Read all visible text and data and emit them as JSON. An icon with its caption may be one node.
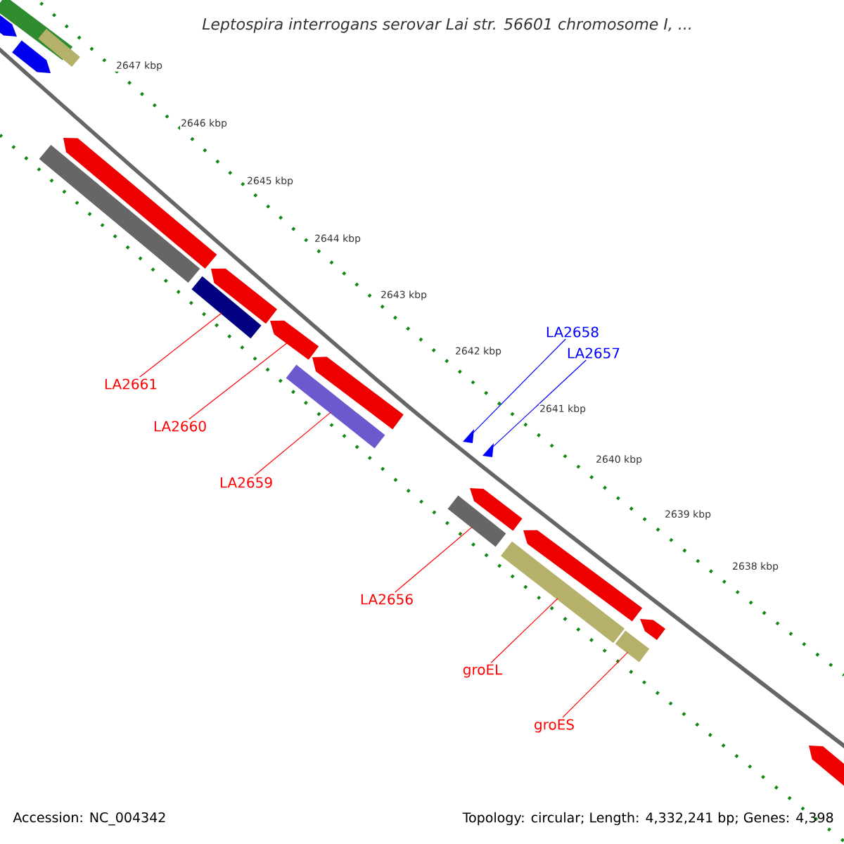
{
  "diagram": {
    "title": "Leptospira interrogans serovar Lai str. 56601 chromosome I, ...",
    "nodes": [
      {
        "text": [
          "LA2661"
        ]
      },
      {
        "text": [
          "LA2660"
        ]
      },
      {
        "text": [
          "LA2659"
        ]
      },
      {
        "text": [
          "LA2658"
        ]
      },
      {
        "text": [
          "LA2657"
        ]
      },
      {
        "text": [
          "LA2656"
        ]
      },
      {
        "text": [
          "groEL"
        ]
      },
      {
        "text": [
          "groES"
        ]
      },
      {
        "text": [],
        "shape": "bar"
      },
      {
        "text": [],
        "shape": "arrow"
      },
      {
        "text": [],
        "shape": "bar"
      },
      {
        "text": [],
        "shape": "triangle"
      },
      {
        "text": [],
        "shape": "triangle"
      },
      {
        "text": [],
        "shape": "bar"
      },
      {
        "text": [],
        "shape": "bar"
      },
      {
        "text": [],
        "shape": "bar"
      },
      {
        "text": [],
        "shape": "bar"
      },
      {
        "text": [],
        "shape": "bar"
      },
      {
        "text": [],
        "shape": "arrow"
      },
      {
        "text": [],
        "shape": "arrow"
      },
      {
        "text": [],
        "shape": "arrow"
      },
      {
        "text": [],
        "shape": "arrow"
      },
      {
        "text": [],
        "shape": "arrow"
      },
      {
        "text": [],
        "shape": "bar"
      },
      {
        "text": [],
        "shape": "arrow"
      },
      {
        "text": [],
        "shape": "arrow"
      },
      {
        "text": [],
        "shape": "arrow"
      },
      {
        "text": [],
        "shape": "arrow"
      }
    ],
    "edges": [
      {
        "from": 0,
        "to": 8,
        "arrow": "none"
      },
      {
        "from": 1,
        "to": 9,
        "arrow": "none"
      },
      {
        "from": 2,
        "to": 10,
        "arrow": "none"
      },
      {
        "from": 3,
        "to": 11,
        "arrow": "none",
        "color": "#0000ff"
      },
      {
        "from": 4,
        "to": 12,
        "arrow": "none",
        "color": "#0000ff"
      },
      {
        "from": 5,
        "to": 13,
        "arrow": "none"
      },
      {
        "from": 6,
        "to": 14,
        "arrow": "none"
      },
      {
        "from": 7,
        "to": 15,
        "arrow": "none"
      }
    ],
    "labels": [
      "2647 kbp",
      "2646 kbp",
      "2645 kbp",
      "2644 kbp",
      "2643 kbp",
      "2642 kbp",
      "2641 kbp",
      "2640 kbp",
      "2639 kbp",
      "2638 kbp",
      "Accession: NC_004342",
      "Topology: circular; Length: 4,332,241 bp; Genes: 4,398"
    ]
  }
}
